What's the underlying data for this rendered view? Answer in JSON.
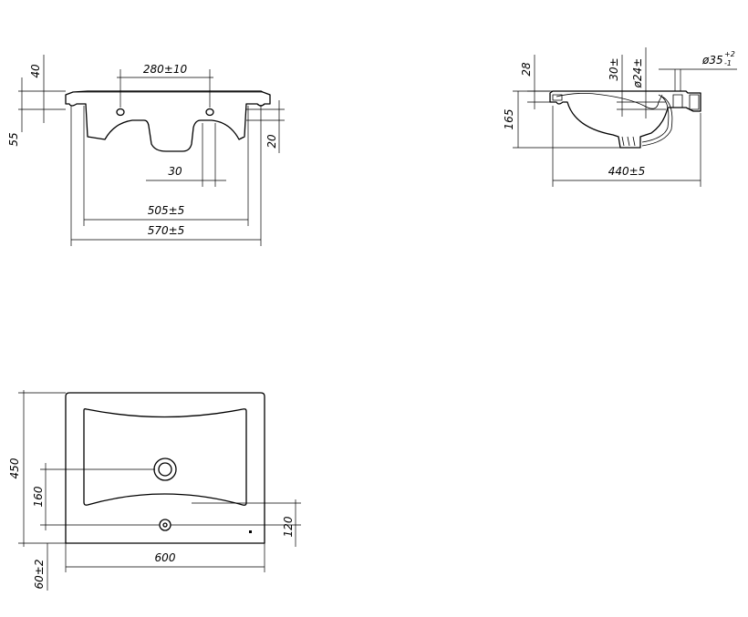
{
  "front_view": {
    "tap_hole_spacing": "280±10",
    "rim_height": "40",
    "overflow_depth": "55",
    "bowl_offset": "20",
    "drain_width": "30",
    "inner_width": "505±5",
    "outer_width": "570±5"
  },
  "side_view": {
    "rim_height": "28",
    "overflow_offset": "30±",
    "overflow_diameter": "ø24±",
    "drain_diameter": "ø35",
    "drain_tolerance_upper": "+2",
    "drain_tolerance_lower": "-1",
    "total_height": "165",
    "depth": "440±5"
  },
  "plan_view": {
    "depth": "450",
    "drain_position": "160",
    "tap_position": "120",
    "width": "600",
    "front_offset": "60±2"
  }
}
